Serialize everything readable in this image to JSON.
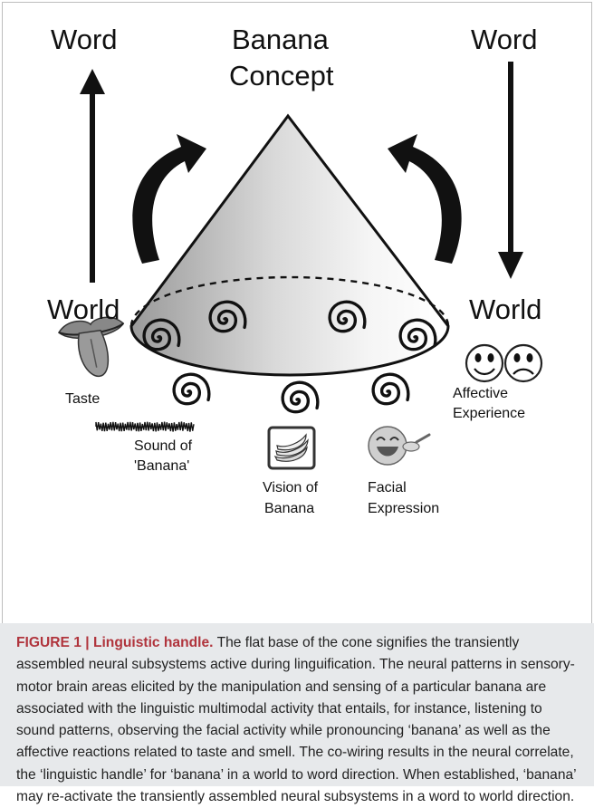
{
  "figure": {
    "labels": {
      "word_left": "Word",
      "word_right": "Word",
      "concept_line1": "Banana",
      "concept_line2": "Concept",
      "world_left": "World",
      "world_right": "World",
      "taste": "Taste",
      "sound_line1": "Sound of",
      "sound_line2": "'Banana'",
      "vision_line1": "Vision of",
      "vision_line2": "Banana",
      "facial_line1": "Facial",
      "facial_line2": "Expression",
      "affective_line1": "Affective",
      "affective_line2": "Experience"
    },
    "icons": [
      "up-arrow-icon",
      "down-arrow-icon",
      "curved-arrow-icon",
      "cone-icon",
      "spiral-icon",
      "tongue-icon",
      "waveform-icon",
      "banana-icon",
      "laughing-face-icon",
      "smiley-face-icon",
      "frowning-face-icon"
    ]
  },
  "caption": {
    "label": "FIGURE 1 | Linguistic handle.",
    "text": "The flat base of the cone signifies the transiently assembled neural subsystems active during linguification. The neural patterns in sensory-motor brain areas elicited by the manipulation and sensing of a particular banana are associated with the linguistic multimodal activity that entails, for instance, listening to sound patterns, observing the facial activity while pronouncing ‘banana’ as well as the affective reactions related to taste and smell. The co-wiring results in the neural correlate, the ‘linguistic handle’ for ‘banana’ in a world to word direction. When established, ‘banana’ may re-activate the transiently assembled neural subsystems in a word to world direction."
  }
}
